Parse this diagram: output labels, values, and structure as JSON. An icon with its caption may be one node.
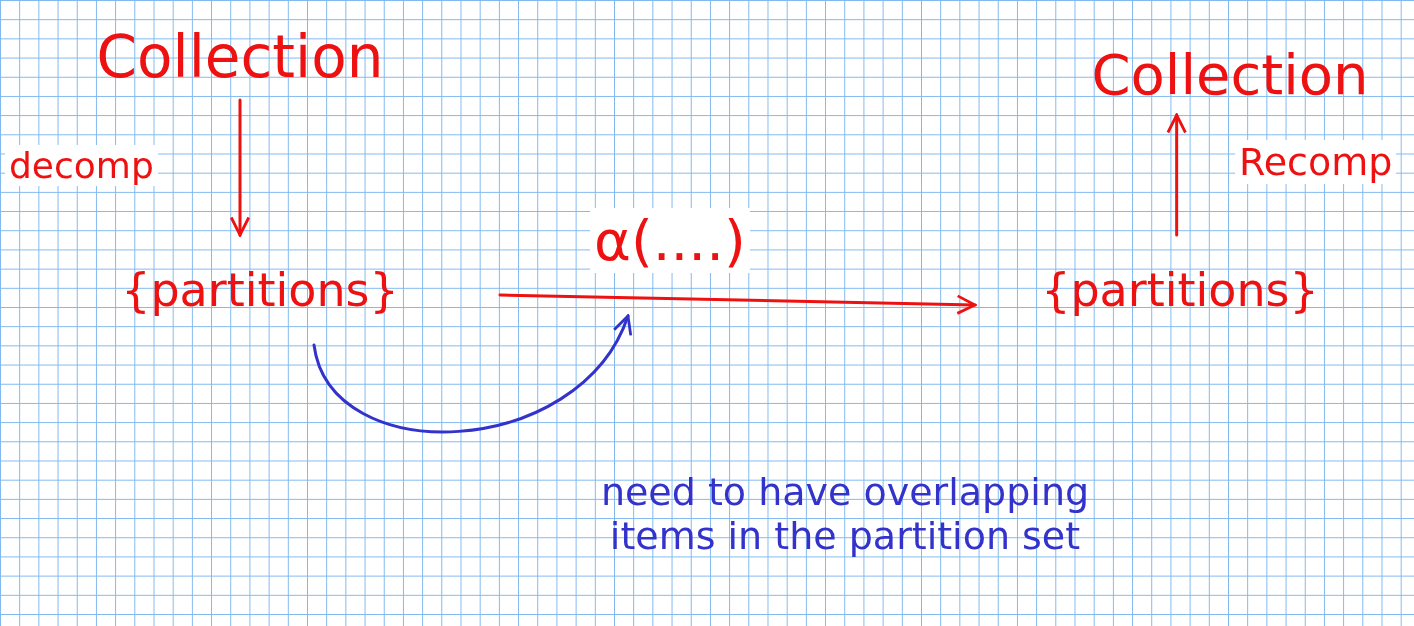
{
  "diagram": {
    "nodes": [
      {
        "text": [
          "Collection"
        ]
      },
      {
        "text": [
          "{partitions}"
        ]
      },
      {
        "text": [
          "{partitions}"
        ]
      },
      {
        "text": [
          "Collection"
        ]
      },
      {
        "text": [
          "need to have overlapping items in the partition set"
        ]
      }
    ],
    "edges": [
      {
        "from": 0,
        "to": 1,
        "arrow": "to",
        "label": "decomp"
      },
      {
        "from": 1,
        "to": 2,
        "arrow": "to",
        "label": "α(....)"
      },
      {
        "from": 2,
        "to": 3,
        "arrow": "to",
        "label": "Recomp"
      },
      {
        "from": 1,
        "to": null,
        "arrow": "to",
        "color": "#3333cc"
      }
    ]
  }
}
